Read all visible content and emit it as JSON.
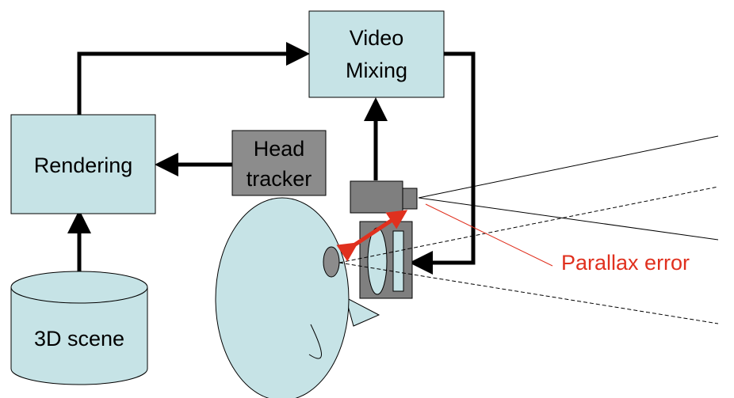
{
  "colors": {
    "box_fill": "#c6e3e6",
    "tracker_fill": "#8c8c8c",
    "device_fill": "#7f7f7f",
    "arrow": "#000000",
    "parallax": "#e0301e"
  },
  "nodes": {
    "video_mixing": {
      "line1": "Video",
      "line2": "Mixing"
    },
    "rendering": {
      "label": "Rendering"
    },
    "head_tracker": {
      "line1": "Head",
      "line2": "tracker"
    },
    "scene": {
      "label": "3D scene"
    }
  },
  "annotation": {
    "label": "Parallax error"
  }
}
